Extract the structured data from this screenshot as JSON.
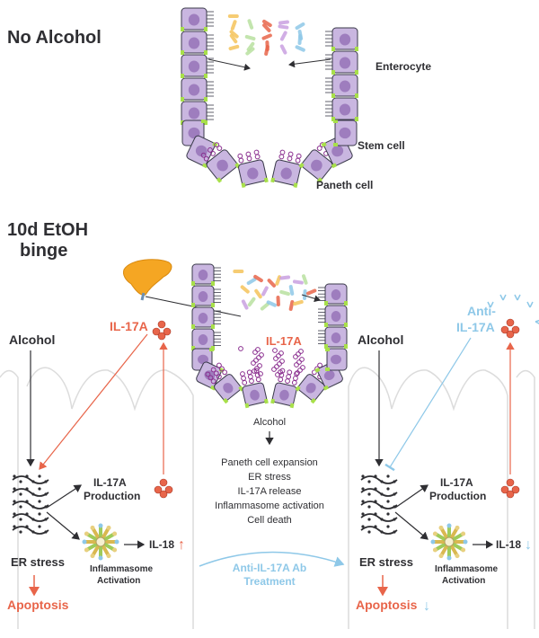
{
  "headings": {
    "no_alcohol": "No Alcohol",
    "etoh_line1": "10d EtOH",
    "etoh_line2": "binge"
  },
  "crypt_top": {
    "enterocyte": "Enterocyte",
    "stem_cell": "Stem cell",
    "paneth_cell": "Paneth cell"
  },
  "crypt_bottom": {
    "il17a": "IL-17A"
  },
  "center": {
    "alcohol": "Alcohol",
    "effects": [
      "Paneth cell expansion",
      "ER stress",
      "IL-17A release",
      "Inflammasome activation",
      "Cell death"
    ],
    "treatment_line1": "Anti-IL-17A Ab",
    "treatment_line2": "Treatment"
  },
  "left_panel": {
    "alcohol": "Alcohol",
    "il17a": "IL-17A",
    "production_line1": "IL-17A",
    "production_line2": "Production",
    "il18": "IL-18",
    "il18_trend": "↑",
    "er_stress": "ER stress",
    "inflammasome_line1": "Inflammasome",
    "inflammasome_line2": "Activation",
    "apoptosis": "Apoptosis"
  },
  "right_panel": {
    "alcohol": "Alcohol",
    "anti_line1": "Anti-",
    "anti_line2": "IL-17A",
    "production_line1": "IL-17A",
    "production_line2": "Production",
    "il18": "IL-18",
    "il18_trend": "↓",
    "er_stress": "ER stress",
    "inflammasome_line1": "Inflammasome",
    "inflammasome_line2": "Activation",
    "apoptosis": "Apoptosis",
    "apoptosis_trend": "↓"
  },
  "colors": {
    "cell_fill": "#c9b6e0",
    "cell_stroke": "#3a3a4a",
    "junction": "#a8e04a",
    "nucleus": "#7a4fa3",
    "granule": "#8a2e8f",
    "red": "#e8654a",
    "blue": "#8ec8e8",
    "dark": "#2f2f33"
  },
  "icons": [
    "liver-icon",
    "er-icon",
    "inflammasome-icon",
    "il17a-cluster-icon",
    "bacteria-icon"
  ]
}
